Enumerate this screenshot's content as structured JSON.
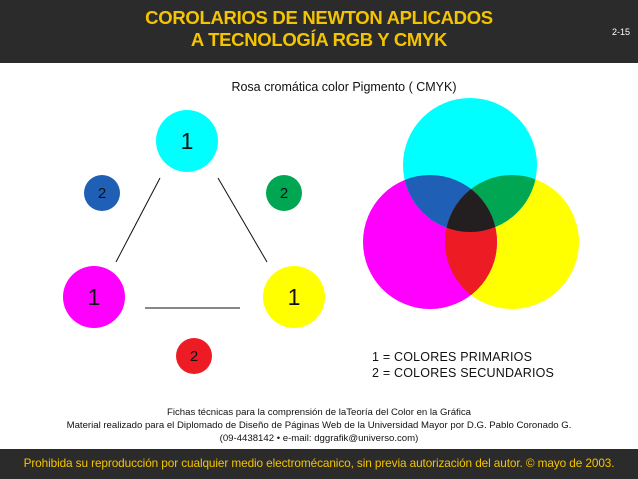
{
  "header": {
    "title_line1": "COROLARIOS DE NEWTON APLICADOS",
    "title_line2": "A TECNOLOGÍA RGB Y CMYK",
    "page_number": "2-15"
  },
  "subtitle": "Rosa cromática color Pigmento ( CMYK)",
  "rosette": {
    "primary_top": {
      "label": "1",
      "color": "#00ffff"
    },
    "primary_left": {
      "label": "1",
      "color": "#ff00ff"
    },
    "primary_right": {
      "label": "1",
      "color": "#ffff00"
    },
    "secondary_left": {
      "label": "2",
      "color": "#1f5fb5"
    },
    "secondary_right": {
      "label": "2",
      "color": "#00a651"
    },
    "secondary_bottom": {
      "label": "2",
      "color": "#ed1c24"
    }
  },
  "venn": {
    "cyan": "#00ffff",
    "magenta": "#ff00ff",
    "yellow": "#ffff00",
    "blue_overlap": "#1f5fb5",
    "green_overlap": "#00a651",
    "red_overlap": "#ed1c24",
    "center": "#231f20"
  },
  "legend": {
    "line1": "1 = COLORES PRIMARIOS",
    "line2": "2 = COLORES SECUNDARIOS"
  },
  "credits": {
    "line1": "Fichas técnicas para la comprensión de laTeoría del Color en la Gráfica",
    "line2": "Material realizado para el Diplomado de Diseño de Páginas Web de la Universidad Mayor por D.G. Pablo Coronado G.",
    "line3": "(09-4438142 • e-mail: dggrafik@universo.com)"
  },
  "footer": {
    "text": "Prohibida su reproducción por cualquier medio electromécanico, sin previa autorización del autor. © mayo de 2003."
  }
}
